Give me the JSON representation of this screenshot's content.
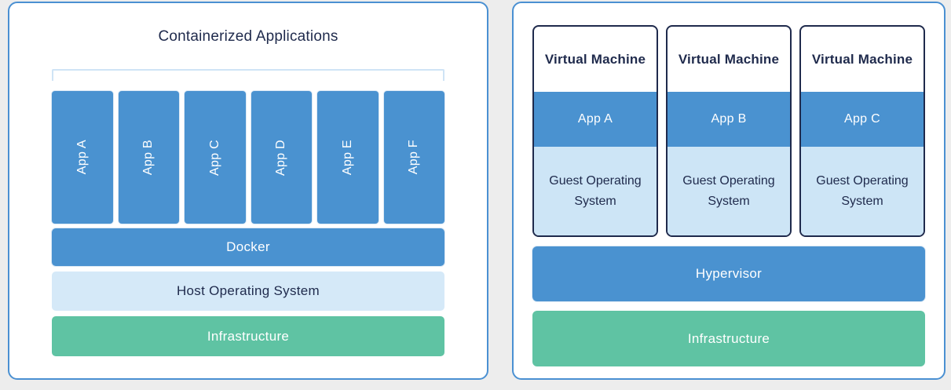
{
  "colors": {
    "background": "#ededed",
    "panel_border": "#4a90d2",
    "blue": "#4a92d0",
    "light_blue": "#d5e9f8",
    "guest_light_blue": "#cde5f6",
    "green": "#5fc3a3",
    "navy_text": "#1f2a4c",
    "bracket": "#cfe4f6",
    "white_text": "#ffffff"
  },
  "left_panel": {
    "title": "Containerized Applications",
    "apps": [
      "App A",
      "App B",
      "App C",
      "App D",
      "App E",
      "App F"
    ],
    "layers": [
      {
        "label": "Docker"
      },
      {
        "label": "Host Operating System"
      },
      {
        "label": "Infrastructure"
      }
    ]
  },
  "right_panel": {
    "vms": [
      {
        "title": "Virtual Machine",
        "app": "App A",
        "os": "Guest Operating System"
      },
      {
        "title": "Virtual Machine",
        "app": "App B",
        "os": "Guest Operating System"
      },
      {
        "title": "Virtual Machine",
        "app": "App C",
        "os": "Guest Operating System"
      }
    ],
    "layers": [
      {
        "label": "Hypervisor"
      },
      {
        "label": "Infrastructure"
      }
    ]
  }
}
